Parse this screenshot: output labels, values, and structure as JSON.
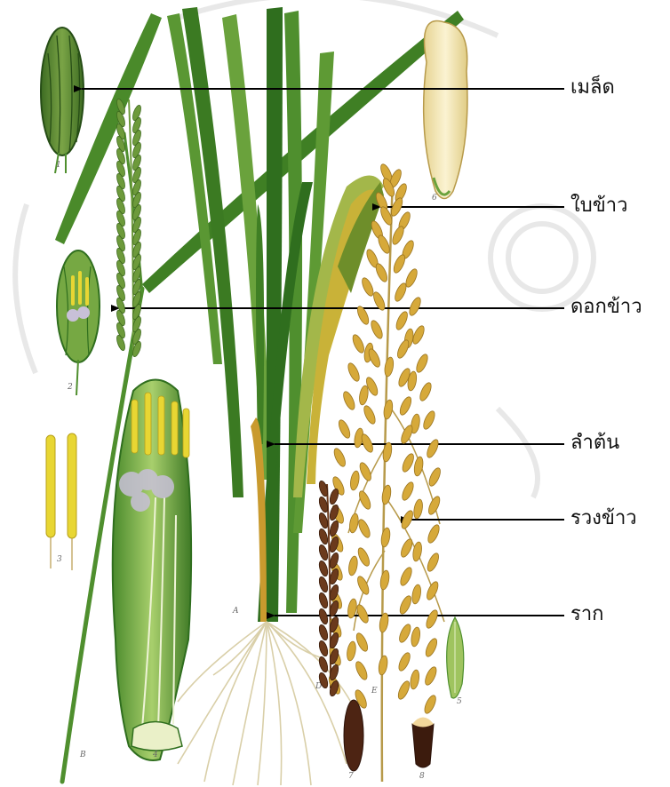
{
  "labels": {
    "seed": "เมล็ด",
    "leaf": "ใบข้าว",
    "flower": "ดอกข้าว",
    "stem": "ลำต้น",
    "panicle": "รวงข้าว",
    "root": "ราก"
  },
  "figure_letters": {
    "seed_fig": "1",
    "flower_fig": "2",
    "stamens_fig": "3",
    "floret_fig": "4",
    "husk_fig": "5",
    "plant_fig": "A",
    "stalk_fig": "B",
    "dark_spike_fig": "D",
    "panicle_fig": "E",
    "grain_a_fig": "7",
    "grain_b_fig": "8",
    "kernel_fig": "6"
  },
  "colors": {
    "leaf_dark": "#2f6e1e",
    "leaf_mid": "#4f8f2e",
    "leaf_light": "#8cba4a",
    "leaf_yellow": "#c9b238",
    "grain_gold": "#d6a93a",
    "grain_brown": "#6b3a1c",
    "root": "#d9cfa8",
    "stamen": "#e8d633",
    "kernel": "#f3e6b4",
    "watermark": "#dcdcdc",
    "arrow": "#000000"
  },
  "icons": {
    "arrowhead": "arrowhead-left"
  }
}
